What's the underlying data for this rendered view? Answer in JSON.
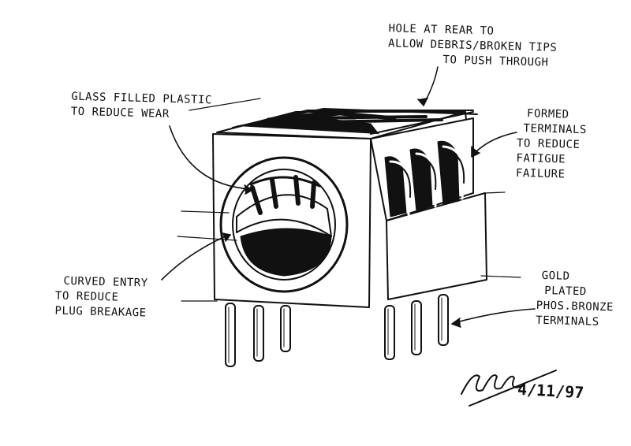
{
  "notes": {
    "hole_rear": [
      "HOLE AT REAR TO",
      "ALLOW DEBRIS/BROKEN TIPS",
      "TO PUSH THROUGH"
    ],
    "glass_fill": [
      "GLASS FILLED PLASTIC",
      "TO REDUCE WEAR"
    ],
    "formed_term": [
      "FORMED",
      "TERMINALS",
      "TO REDUCE",
      "FATIGUE",
      "FAILURE"
    ],
    "curved": [
      "CURVED ENTRY",
      "TO REDUCE",
      "PLUG BREAKAGE"
    ],
    "gold": [
      "GOLD",
      "PLATED",
      "PHOS.BRONZE",
      "TERMINALS"
    ]
  },
  "date": "4/11/97",
  "signature": "handwritten signature",
  "colors": {
    "ink": "#111111",
    "paper": "#ffffff"
  }
}
